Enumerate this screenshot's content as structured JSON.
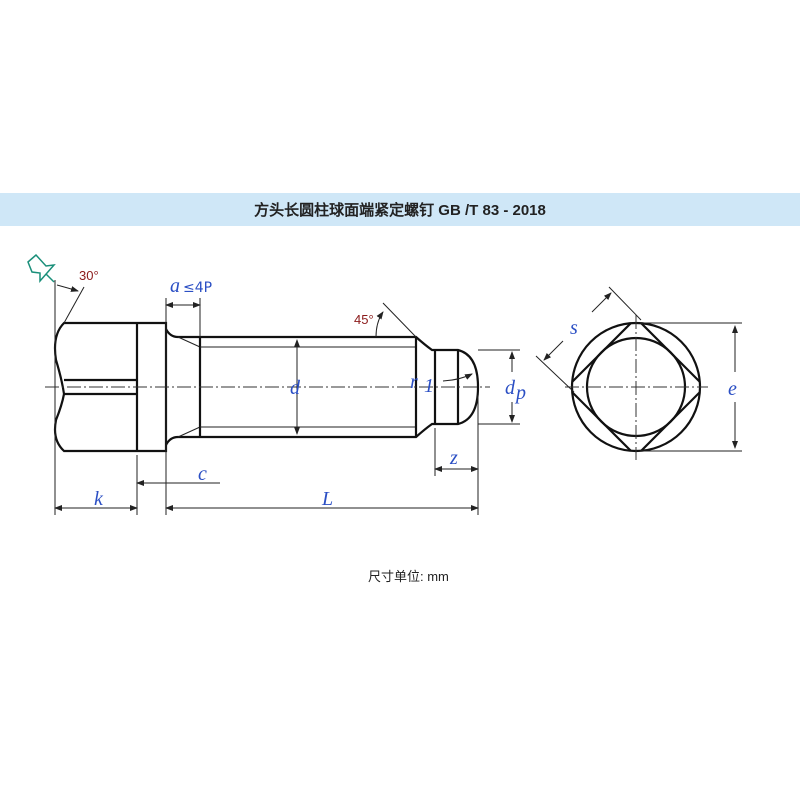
{
  "title": "方头长圆柱球面端紧定螺钉 GB /T 83 - 2018",
  "unit_note": "尺寸单位: mm",
  "labels": {
    "angle_head": "30°",
    "angle_chamfer": "45°",
    "a": "a",
    "a_limit": "≤4P",
    "d": "d",
    "r1": "r",
    "r1_sub": "1",
    "dp": "d",
    "dp_sub": "p",
    "z": "z",
    "c": "c",
    "k": "k",
    "L": "L",
    "s": "s",
    "e": "e"
  },
  "colors": {
    "title_bar": "#cfe7f7",
    "label": "#2b4fc4",
    "angle": "#8b1a1a",
    "pin_icon": "#1a8f7a"
  }
}
